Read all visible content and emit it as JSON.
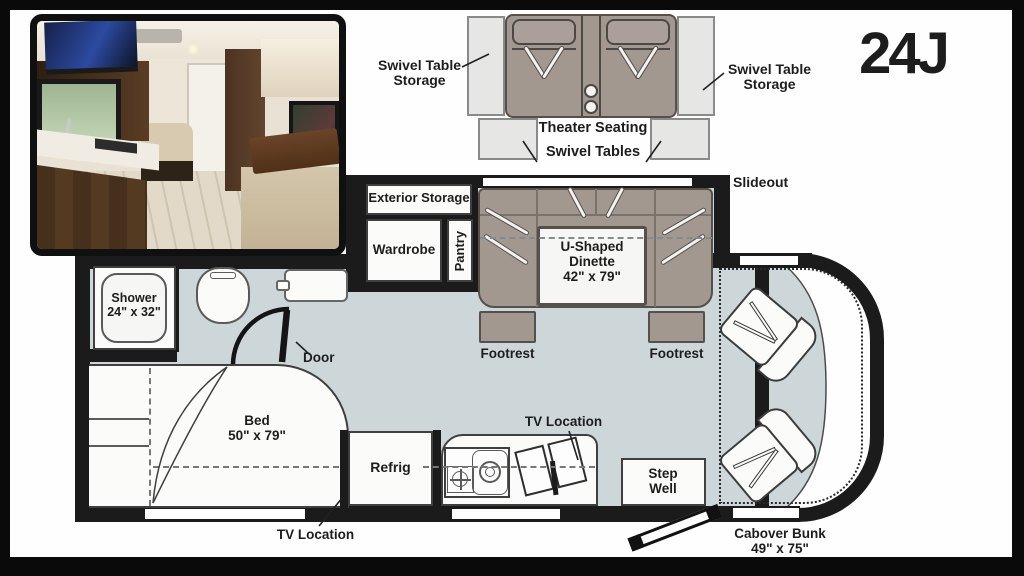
{
  "model": "24J",
  "labels": {
    "swivel_table_storage": "Swivel Table Storage",
    "theater_seating": "Theater Seating",
    "swivel_tables": "Swivel Tables",
    "slideout": "Slideout",
    "exterior_storage": "Exterior Storage",
    "wardrobe": "Wardrobe",
    "pantry": "Pantry",
    "dinette_name": "U-Shaped Dinette",
    "dinette_size": "42\" x 79\"",
    "footrest": "Footrest",
    "shower_name": "Shower",
    "shower_size": "24\" x 32\"",
    "door": "Door",
    "bed_name": "Bed",
    "bed_size": "50\" x 79\"",
    "refrig": "Refrig",
    "tv_location": "TV Location",
    "step_well": "Step Well",
    "cabover_name": "Cabover Bunk",
    "cabover_size": "49\" x 75\""
  },
  "colors": {
    "background": "#0a0a0a",
    "canvas": "#fefefe",
    "wall": "#1b1b1b",
    "floor": "#cdd7da",
    "furniture_taupe": "#a39890",
    "storage_gray": "#e6e6e4",
    "text": "#1d1d1d"
  }
}
